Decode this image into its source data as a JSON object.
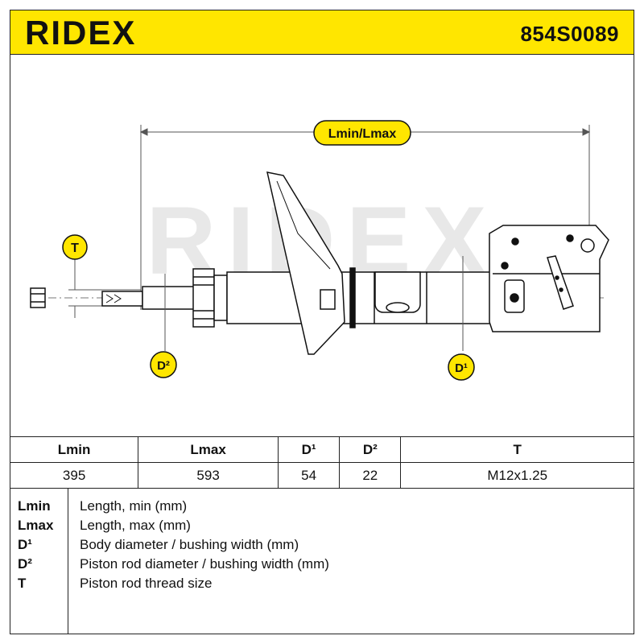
{
  "brand": "RIDEX",
  "part_number": "854S0089",
  "watermark": "RIDEX",
  "diagram": {
    "length_label": "Lmin/Lmax",
    "thread_label": "T",
    "rod_diameter_label": "D²",
    "body_diameter_label": "D¹"
  },
  "table": {
    "headers": [
      "Lmin",
      "Lmax",
      "D¹",
      "D²",
      "T"
    ],
    "values": [
      "395",
      "593",
      "54",
      "22",
      "M12x1.25"
    ]
  },
  "legend": [
    {
      "key": "Lmin",
      "desc": "Length, min (mm)"
    },
    {
      "key": "Lmax",
      "desc": "Length, max (mm)"
    },
    {
      "key": "D¹",
      "desc": "Body diameter / bushing width (mm)"
    },
    {
      "key": "D²",
      "desc": "Piston rod diameter / bushing width (mm)"
    },
    {
      "key": "T",
      "desc": "Piston rod thread size"
    }
  ],
  "colors": {
    "accent": "#ffe600",
    "line": "#222222"
  }
}
